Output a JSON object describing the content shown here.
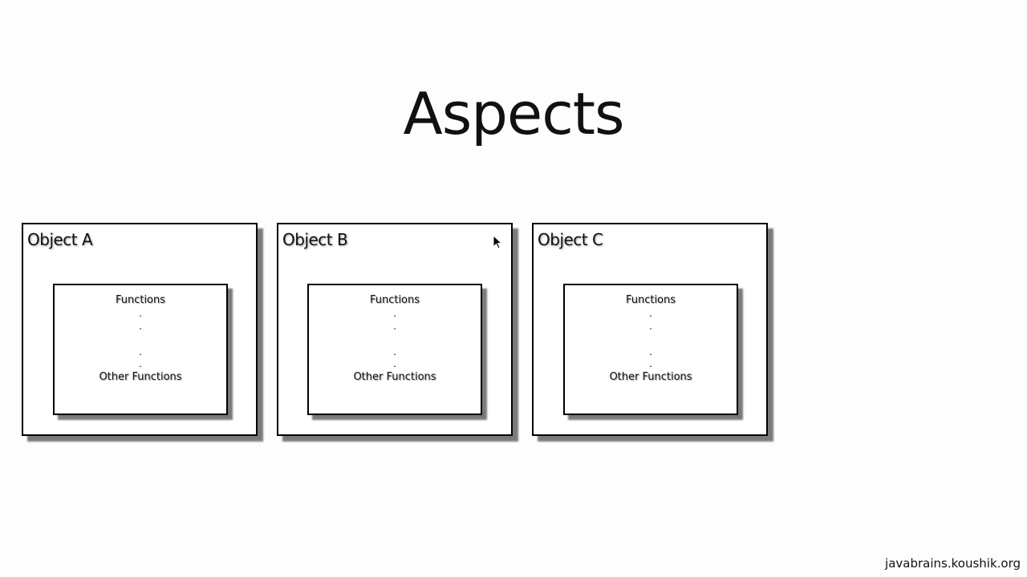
{
  "slide": {
    "title": "Aspects",
    "objects": [
      {
        "label": "Object A",
        "functions_top": "Functions",
        "functions_bottom": "Other Functions",
        "dots": [
          ".",
          ".",
          ".",
          "."
        ]
      },
      {
        "label": "Object B",
        "functions_top": "Functions",
        "functions_bottom": "Other Functions",
        "dots": [
          ".",
          ".",
          ".",
          "."
        ]
      },
      {
        "label": "Object C",
        "functions_top": "Functions",
        "functions_bottom": "Other Functions",
        "dots": [
          ".",
          ".",
          ".",
          "."
        ]
      }
    ],
    "watermark": "javabrains.koushik.org"
  },
  "colors": {
    "background": "#fdfdfd",
    "border": "#000000",
    "shadow": "#7a7a7a"
  },
  "icons": {
    "cursor": "mouse-pointer-icon"
  }
}
